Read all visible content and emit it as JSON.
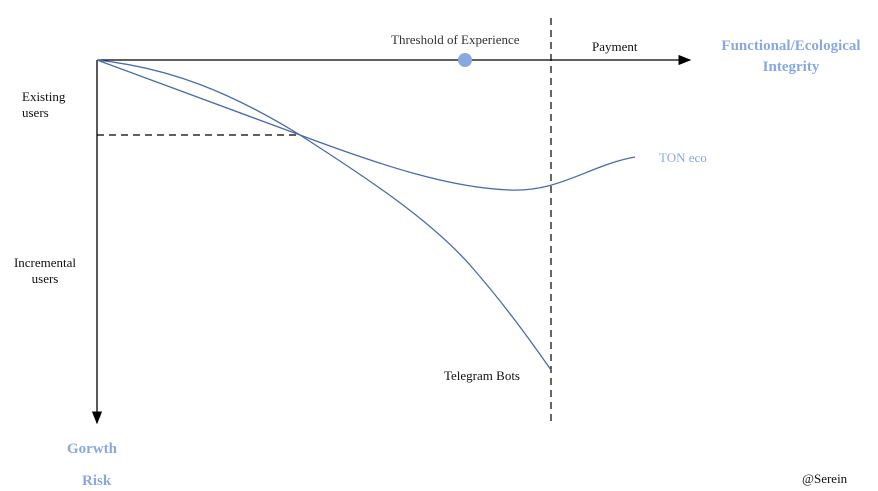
{
  "labels": {
    "threshold": "Threshold of Experience",
    "payment": "Payment",
    "x_axis_title_line1": "Functional/Ecological",
    "x_axis_title_line2": "Integrity",
    "existing_line1": "Existing",
    "existing_line2": "users",
    "incremental_line1": "Incremental",
    "incremental_line2": "users",
    "ton_eco": "TON eco",
    "telegram_bots": "Telegram Bots",
    "y_axis_title_line1": "Gorwth",
    "y_axis_title_line2": "Risk",
    "credit": "@Serein"
  },
  "colors": {
    "accent": "#8aa8e0",
    "curve": "#4a6aa8",
    "axis": "#000000"
  }
}
